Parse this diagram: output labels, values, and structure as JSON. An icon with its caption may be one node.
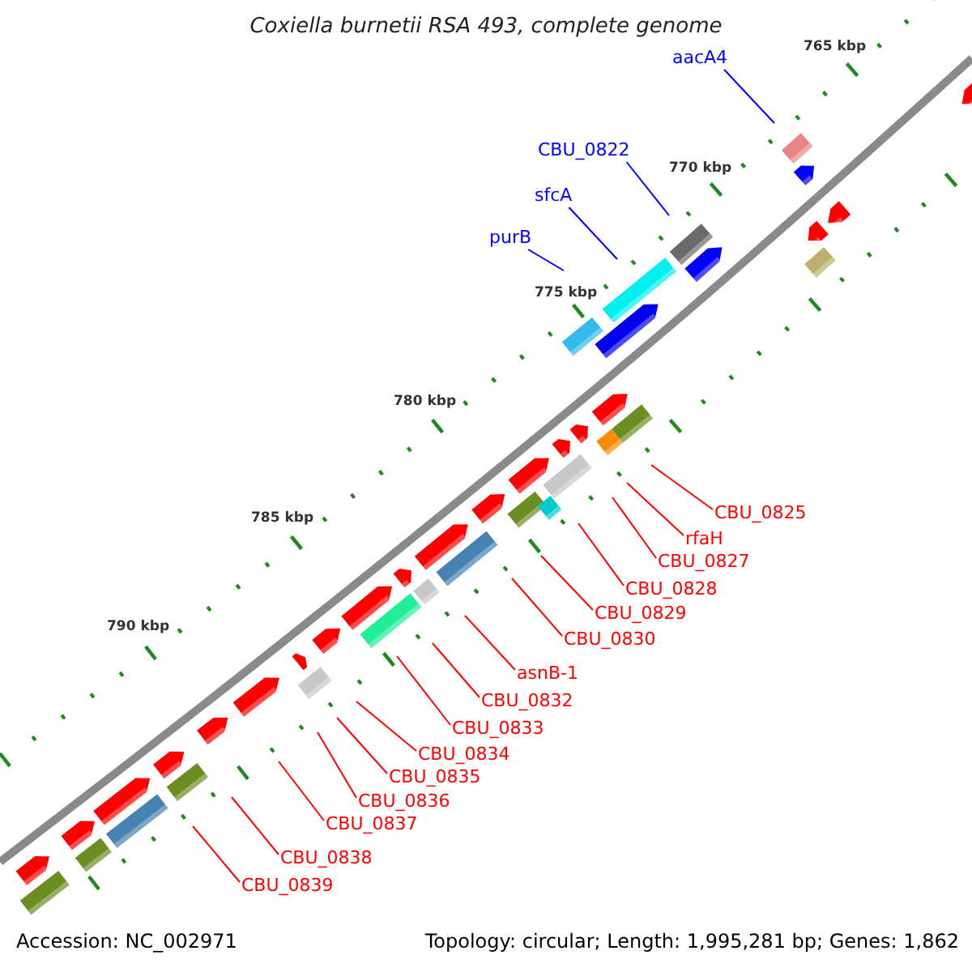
{
  "diagram": {
    "title": "Coxiella burnetii RSA 493, complete genome",
    "nodes": [
      {
        "text": [
          "aacA4"
        ]
      },
      {
        "text": [
          "CBU_0822"
        ]
      },
      {
        "text": [
          "sfcA"
        ]
      },
      {
        "text": [
          "purB"
        ]
      },
      {
        "text": [
          "CBU_0825"
        ]
      },
      {
        "text": [
          "rfaH"
        ]
      },
      {
        "text": [
          "CBU_0827"
        ]
      },
      {
        "text": [
          "CBU_0828"
        ]
      },
      {
        "text": [
          "CBU_0829"
        ]
      },
      {
        "text": [
          "CBU_0830"
        ]
      },
      {
        "text": [
          "asnB-1"
        ]
      },
      {
        "text": [
          "CBU_0832"
        ]
      },
      {
        "text": [
          "CBU_0833"
        ]
      },
      {
        "text": [
          "CBU_0834"
        ]
      },
      {
        "text": [
          "CBU_0835"
        ]
      },
      {
        "text": [
          "CBU_0836"
        ]
      },
      {
        "text": [
          "CBU_0837"
        ]
      },
      {
        "text": [
          "CBU_0838"
        ]
      },
      {
        "text": [
          "CBU_0839"
        ]
      }
    ],
    "edges": [
      {
        "from": 0,
        "to": null,
        "arrow": "none",
        "color": "#0000ff"
      },
      {
        "from": 1,
        "to": null,
        "arrow": "none",
        "color": "#0000ff"
      },
      {
        "from": 2,
        "to": null,
        "arrow": "none",
        "color": "#0000ff"
      },
      {
        "from": 3,
        "to": null,
        "arrow": "none",
        "color": "#0000ff"
      },
      {
        "from": 4,
        "to": null,
        "arrow": "none"
      },
      {
        "from": 5,
        "to": null,
        "arrow": "none"
      },
      {
        "from": 6,
        "to": null,
        "arrow": "none"
      },
      {
        "from": 7,
        "to": null,
        "arrow": "none"
      },
      {
        "from": 8,
        "to": null,
        "arrow": "none"
      },
      {
        "from": 9,
        "to": null,
        "arrow": "none"
      },
      {
        "from": 10,
        "to": null,
        "arrow": "none"
      },
      {
        "from": 11,
        "to": null,
        "arrow": "none"
      },
      {
        "from": 12,
        "to": null,
        "arrow": "none"
      },
      {
        "from": 13,
        "to": null,
        "arrow": "none"
      },
      {
        "from": 14,
        "to": null,
        "arrow": "none"
      },
      {
        "from": 15,
        "to": null,
        "arrow": "none"
      },
      {
        "from": 16,
        "to": null,
        "arrow": "none"
      },
      {
        "from": 17,
        "to": null,
        "arrow": "none"
      },
      {
        "from": 18,
        "to": null,
        "arrow": "none"
      }
    ],
    "labels": [
      "765 kbp",
      "770 kbp",
      "775 kbp",
      "780 kbp",
      "785 kbp",
      "790 kbp",
      "Accession: NC_002971",
      "Topology: circular; Length: 1,995,281 bp; Genes: 1,862"
    ]
  }
}
